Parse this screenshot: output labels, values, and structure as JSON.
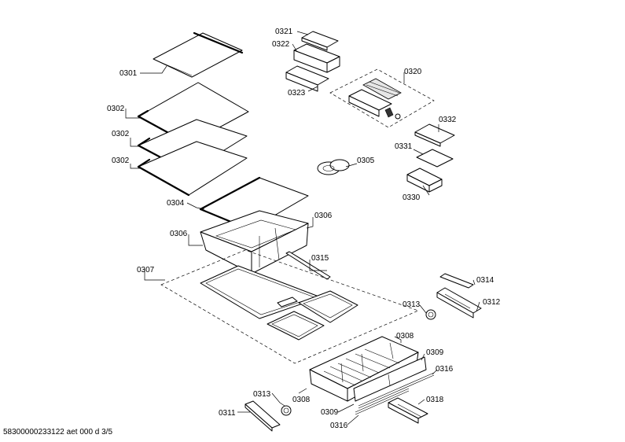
{
  "labels": {
    "l0321": "0321",
    "l0322": "0322",
    "l0323": "0323",
    "l0320": "0320",
    "l0301": "0301",
    "l0302a": "0302",
    "l0302b": "0302",
    "l0302c": "0302",
    "l0332": "0332",
    "l0331": "0331",
    "l0305": "0305",
    "l0330": "0330",
    "l0304": "0304",
    "l0306a": "0306",
    "l0306b": "0306",
    "l0315": "0315",
    "l0307": "0307",
    "l0314": "0314",
    "l0313a": "0313",
    "l0312": "0312",
    "l0308a": "0308",
    "l0309a": "0309",
    "l0316a": "0316",
    "l0313b": "0313",
    "l0308b": "0308",
    "l0311": "0311",
    "l0318": "0318",
    "l0309b": "0309",
    "l0316b": "0316"
  },
  "footer": "58300000233122 aet 000 d 3/5"
}
